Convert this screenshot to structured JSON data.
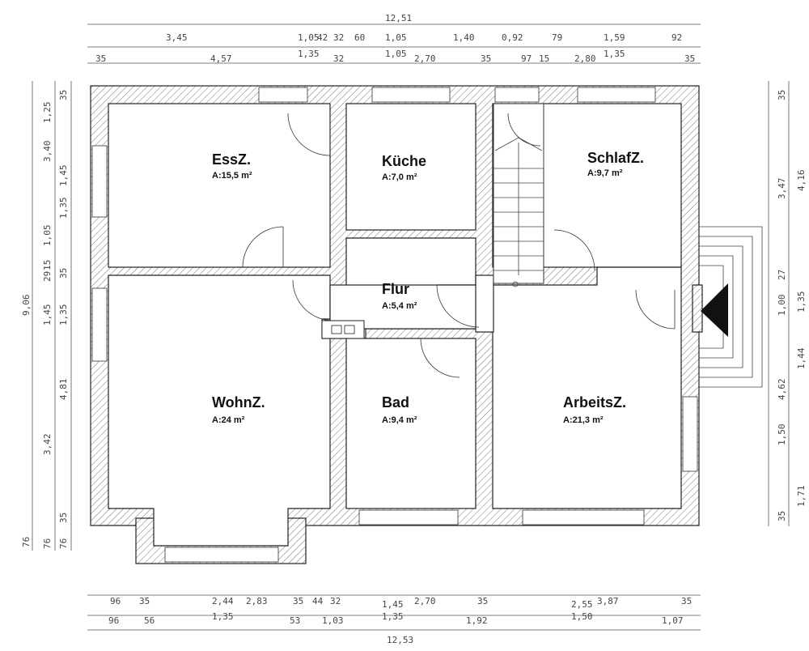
{
  "rooms": [
    {
      "name": "EssZ.",
      "area": "A:15,5 m²"
    },
    {
      "name": "Küche",
      "area": "A:7,0 m²"
    },
    {
      "name": "SchlafZ.",
      "area": "A:9,7 m²"
    },
    {
      "name": "Flur",
      "area": "A:5,4 m²"
    },
    {
      "name": "WohnZ.",
      "area": "A:24 m²"
    },
    {
      "name": "Bad",
      "area": "A:9,4 m²"
    },
    {
      "name": "ArbeitsZ.",
      "area": "A:21,3 m²"
    }
  ],
  "dimensions": {
    "top_total": "12,51",
    "top_row1": [
      "3,45",
      "1,05",
      "42",
      "32",
      "60",
      "1,05",
      "1,40",
      "0,92",
      "79",
      "1,59",
      "92"
    ],
    "top_row2": [
      "1,35",
      "1,35"
    ],
    "top_row3": [
      "35",
      "4,57",
      "32",
      "1,05",
      "2,70",
      "35",
      "97",
      "15",
      "2,80",
      "35"
    ],
    "bottom_row1": [
      "96",
      "35",
      "2,44",
      "2,83",
      "35",
      "44",
      "32",
      "1,45",
      "2,70",
      "35",
      "2,55",
      "3,87",
      "35"
    ],
    "bottom_row2": [
      "96",
      "56",
      "1,35",
      "53",
      "1,03",
      "1,35",
      "1,92",
      "1,50",
      "1,07"
    ],
    "bottom_total": "12,53",
    "left_outer": [
      "9,06",
      "76"
    ],
    "left_mid": [
      "1,25",
      "3,40",
      "1,05",
      "29",
      "15",
      "4,81",
      "3,42",
      "35",
      "76"
    ],
    "left_inner": [
      "35",
      "1,45",
      "1,35",
      "1,45",
      "1,35",
      "35",
      "76"
    ],
    "right_outer": [
      "4,16",
      "1,35",
      "1,44",
      "1,71"
    ],
    "right_inner": [
      "35",
      "3,47",
      "27",
      "1,00",
      "4,62",
      "1,50",
      "35"
    ]
  },
  "icons": {
    "north_arrow": "triangle-left-icon"
  }
}
